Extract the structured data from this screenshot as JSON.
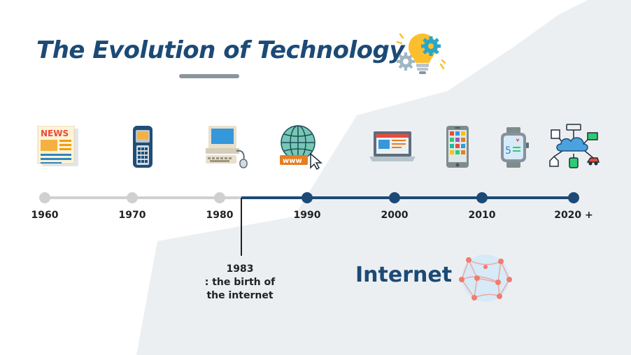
{
  "title": "The Evolution of Technology",
  "timeline": {
    "years": [
      "1960",
      "1970",
      "1980",
      "1990",
      "2000",
      "2010",
      "2020 +"
    ],
    "milestone_year": "1983",
    "milestone_line1": ": the birth of",
    "milestone_line2": "the internet"
  },
  "internet_label": "Internet",
  "icons": {
    "bulb": "lightbulb-gears-icon",
    "newspaper": "newspaper-icon",
    "phone": "mobile-phone-icon",
    "computer": "desktop-computer-icon",
    "web": "world-wide-web-icon",
    "laptop": "laptop-icon",
    "smartphone": "smartphone-icon",
    "watch": "smartwatch-icon",
    "iot": "iot-cloud-icon",
    "network": "network-globe-icon"
  },
  "colors": {
    "primary": "#1c4a76",
    "inactive": "#d0d0d0",
    "background_shape": "#eceff1"
  }
}
